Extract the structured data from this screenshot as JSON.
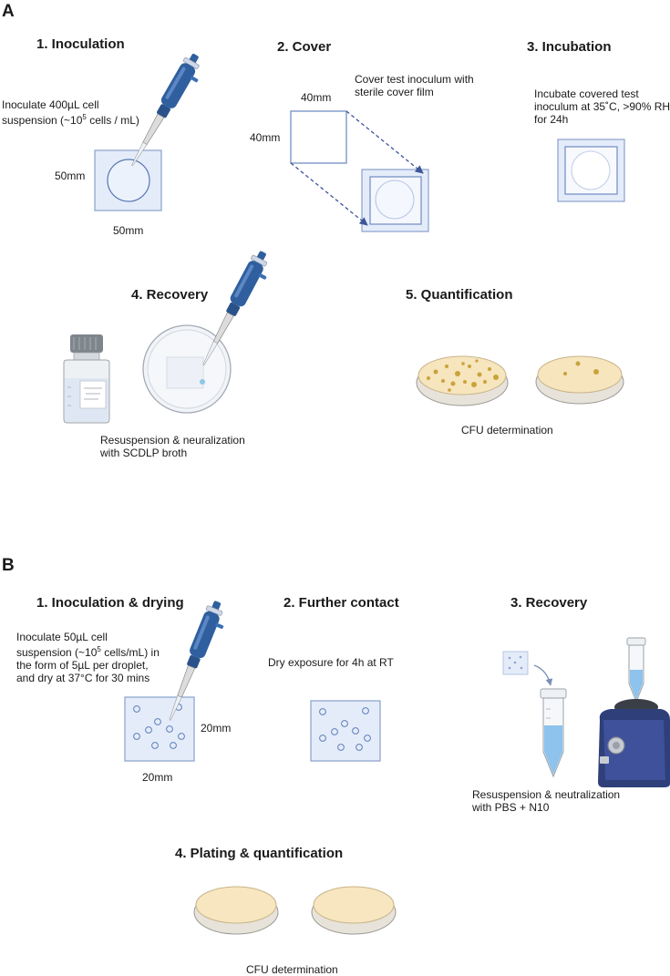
{
  "panelA": {
    "label": "A",
    "step1": {
      "title": "1.  Inoculation",
      "desc_line1": "Inoculate 400µL cell",
      "desc_line2_pre": "suspension (~10",
      "desc_line2_sup": "5",
      "desc_line2_post": " cells / mL)",
      "dim_side": "50mm",
      "dim_bottom": "50mm"
    },
    "step2": {
      "title": "2. Cover",
      "desc_line1": "Cover test inoculum with",
      "desc_line2": "sterile cover film",
      "dim_top": "40mm",
      "dim_side": "40mm"
    },
    "step3": {
      "title": "3. Incubation",
      "desc_line1": "Incubate covered test",
      "desc_line2": "inoculum at 35˚C, >90% RH",
      "desc_line3": "for 24h"
    },
    "step4": {
      "title": "4. Recovery",
      "desc_line1": "Resuspension & neuralization",
      "desc_line2": "with SCDLP broth"
    },
    "step5": {
      "title": "5. Quantification",
      "desc": "CFU determination"
    }
  },
  "panelB": {
    "label": "B",
    "step1": {
      "title": "1.  Inoculation & drying",
      "desc_line1": "Inoculate 50µL cell",
      "desc_line2_pre": "suspension (~10",
      "desc_line2_sup": "5",
      "desc_line2_post": " cells/mL) in",
      "desc_line3": "the form of 5µL per droplet,",
      "desc_line4": "and dry at 37°C for 30 mins",
      "dim_side": "20mm",
      "dim_bottom": "20mm"
    },
    "step2": {
      "title": "2. Further contact",
      "desc": "Dry exposure for 4h at RT"
    },
    "step3": {
      "title": "3. Recovery",
      "desc_line1": "Resuspension & neutralization",
      "desc_line2": "with PBS + N10"
    },
    "step4": {
      "title": "4. Plating & quantification",
      "desc": "CFU determination"
    }
  },
  "colors": {
    "pipette_blue": "#2f5f9e",
    "sample_fill": "#e4ecfa",
    "sample_stroke": "#8aa0cc",
    "arrow_blue": "#3d5599",
    "agar": "#f7e6bf",
    "colony": "#c9a33a"
  }
}
